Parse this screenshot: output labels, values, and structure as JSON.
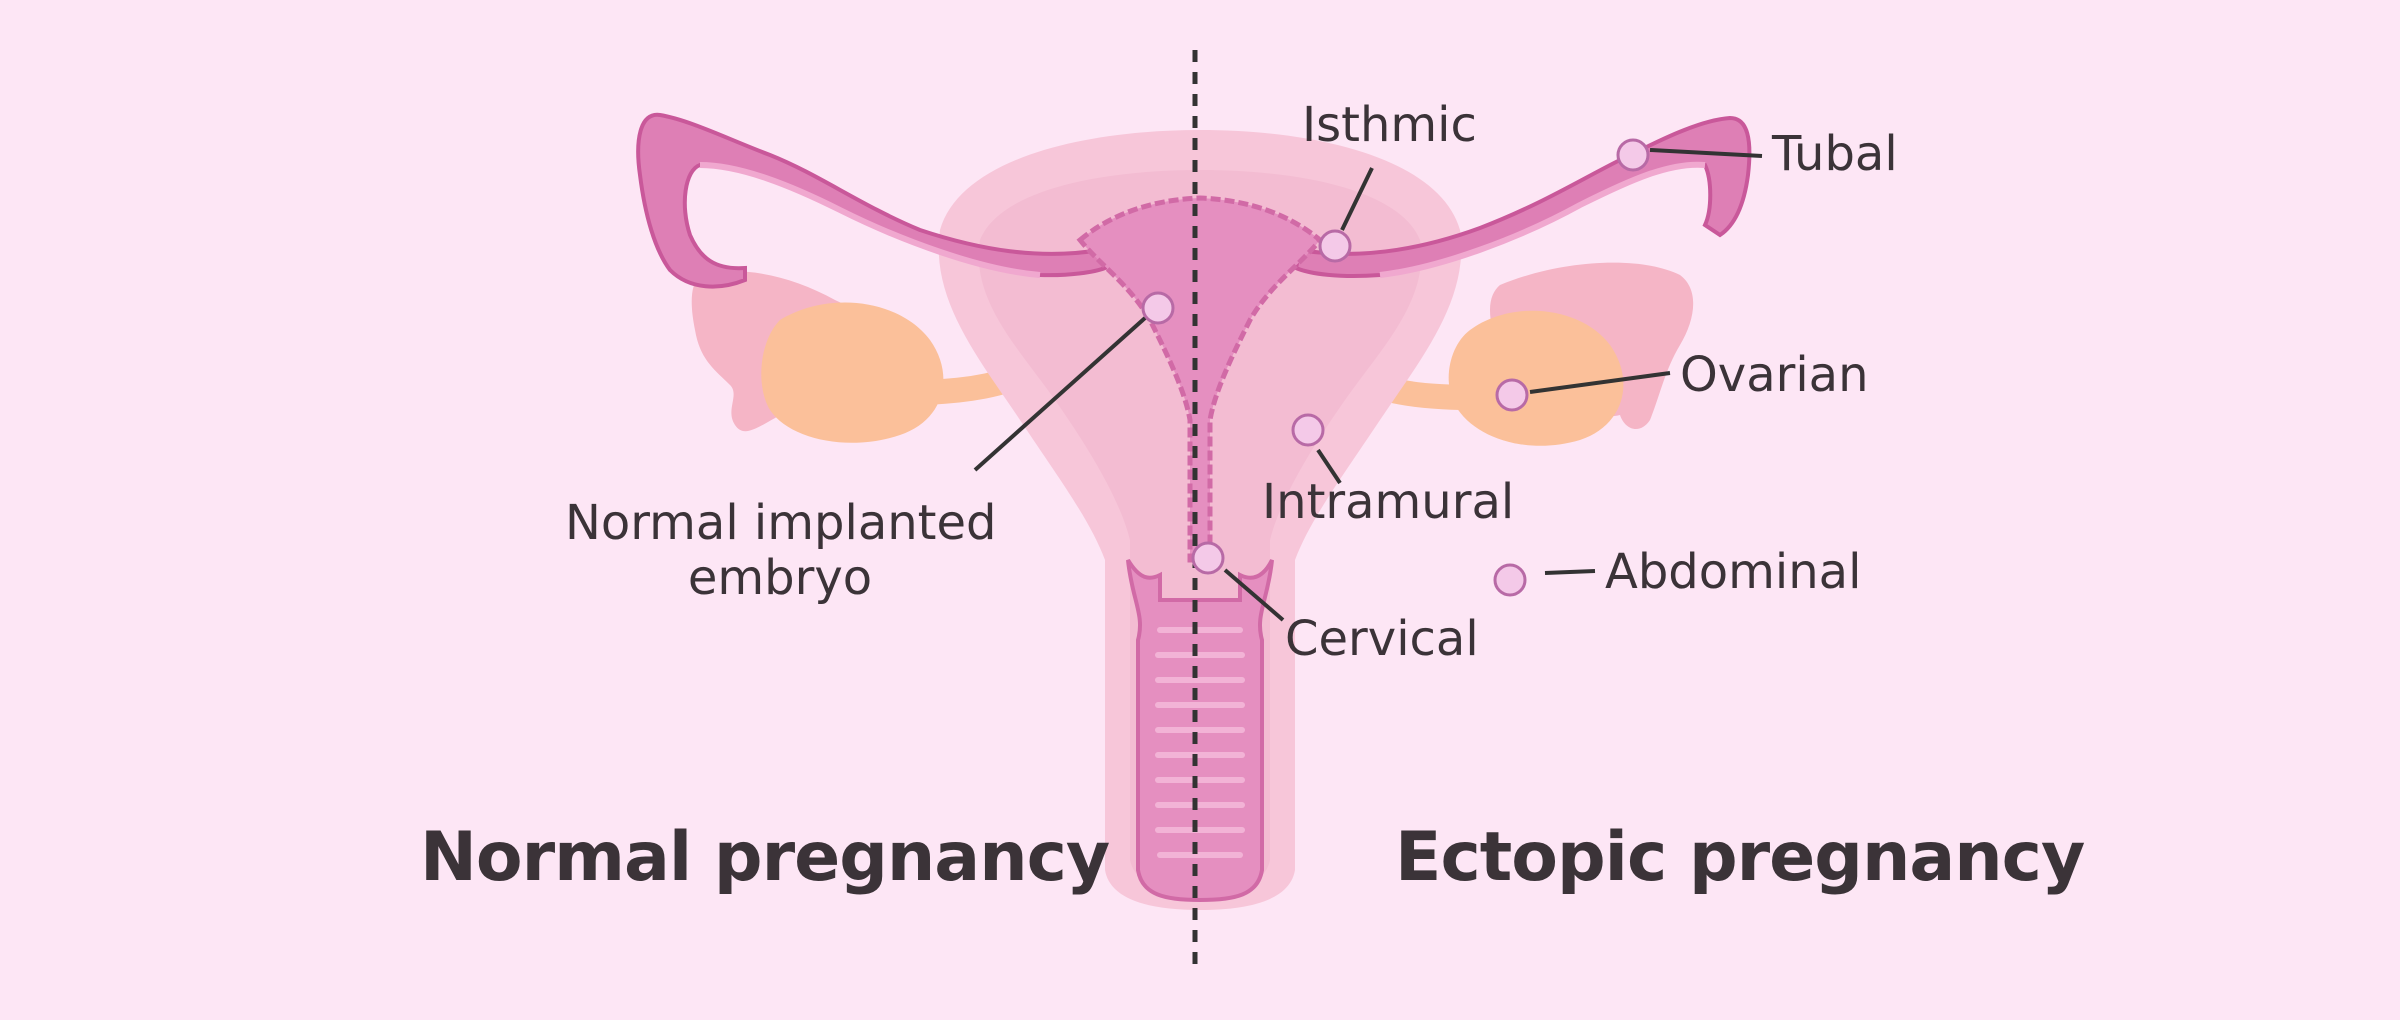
{
  "colors": {
    "background": "#fde6f5",
    "uterus_outer": "#f7c6d9",
    "uterus_wall": "#efb2cb",
    "cavity": "#e58fc0",
    "tube": "#de7fb5",
    "tube_edge": "#c9589a",
    "ovary": "#fbc09a",
    "fimbriae": "#f5b5c6",
    "embryo": "#f4c9e8",
    "text": "#3b3338"
  },
  "labels": {
    "normal_embryo_line1": "Normal implanted",
    "normal_embryo_line2": "embryo",
    "isthmic": "Isthmic",
    "tubal": "Tubal",
    "ovarian": "Ovarian",
    "intramural": "Intramural",
    "abdominal": "Abdominal",
    "cervical": "Cervical"
  },
  "headings": {
    "normal": "Normal pregnancy",
    "ectopic": "Ectopic pregnancy"
  }
}
